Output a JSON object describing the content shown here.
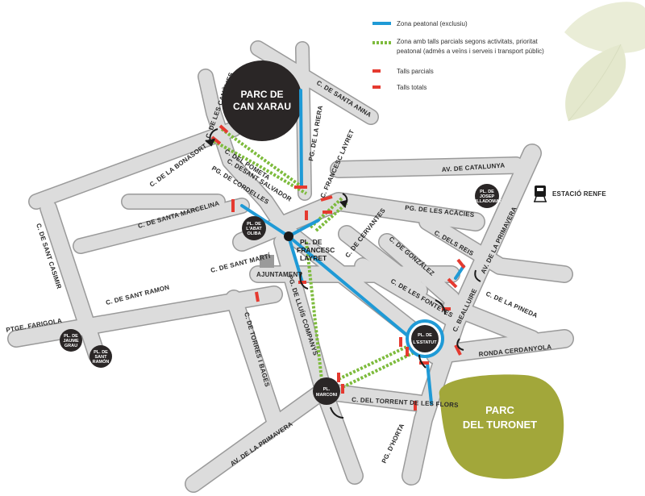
{
  "colors": {
    "pedestrian": "#1f9ad6",
    "partial": "#7dbb3c",
    "cut": "#e53a30",
    "park_dark": "#2a2626",
    "park_green": "#a2a73a",
    "road": "#dcdcdc"
  },
  "legend": {
    "pedestrian_zone": "Zona peatonal (exclusiu)",
    "partial_zone_line1": "Zona amb talls parcials segons activitats, prioritat",
    "partial_zone_line2": "peatonal (admès a veïns i serveis i transport públic)",
    "partial_cuts": "Talls parcials",
    "total_cuts": "Talls totals"
  },
  "parks": {
    "can_xarau_line1": "PARC DE",
    "can_xarau_line2": "CAN XARAU",
    "turonet_line1": "PARC",
    "turonet_line2": "DEL TURONET"
  },
  "plazas": {
    "francesc_layret_1": "PL. DE",
    "francesc_layret_2": "FRANCESC",
    "francesc_layret_3": "LAYRET",
    "estatut_1": "PL. DE",
    "estatut_2": "L'ESTATUT",
    "marconi_1": "PL.",
    "marconi_2": "MARCONI",
    "abat_oliba_1": "PL. DE",
    "abat_oliba_2": "L'ABAT",
    "abat_oliba_3": "OLIBA",
    "josep_villadomat_1": "PL. DE",
    "josep_villadomat_2": "JOSEP",
    "josep_villadomat_3": "VILLADOMAT",
    "jaume_grau_1": "PL. DE",
    "jaume_grau_2": "JAUME",
    "jaume_grau_3": "GRAU",
    "sant_ramon_1": "PL. DE",
    "sant_ramon_2": "SANT",
    "sant_ramon_3": "RAMÓN"
  },
  "streets": {
    "cameliesa": "C. DE LES CAMÈLIES",
    "santa_anna": "C. DE SANTA ANNA",
    "riera": "PG. DE LA RIERA",
    "bonasort": "C. DE LA BONASORT",
    "pometa": "C. DEL POMETA",
    "sant_salvador": "C. DESANT SALVADOR",
    "cordelles": "PG. DE CORDELLES",
    "francesc_layret_st": "C. FRANCESC LAYRET",
    "santa_marcelina": "C. DE SANTA MARCELINA",
    "catalunya": "AV. DE CATALUNYA",
    "estacio": "ESTACIÓ RENFE",
    "acacies": "PG. DE LES ACÀCIES",
    "sant_casimir": "C. DE SANT CASIMIR",
    "cervantes": "C. DE CERVANTES",
    "gonzalez": "C. DE GONZÁLEZ",
    "reis": "C. DELS REIS",
    "primavera_av": "AV. DE LA PRIMAVERA",
    "sant_marti": "C. DE SANT MARTÍ",
    "ajuntament": "AJUNTAMENT",
    "sant_ramon": "C. DE SANT RAMON",
    "fonts": "C. DE LES FONTETES",
    "pineda": "C. DE LA PINEDA",
    "farigola": "PTGE. FARIGOLA",
    "lluis_companys": "PG. DE LLUÍS COMPANYS",
    "torres_bages": "C. DE TORRES I BAGES",
    "bealluire": "C. BEALLUIRE",
    "cerdanyola": "RONDA CERDANYOLA",
    "torrent_flors": "C. DEL TORRENT DE LES FLORS",
    "primavera_av2": "AV. DE LA PRIMAVERA",
    "horta": "PG. D'HORTA"
  }
}
